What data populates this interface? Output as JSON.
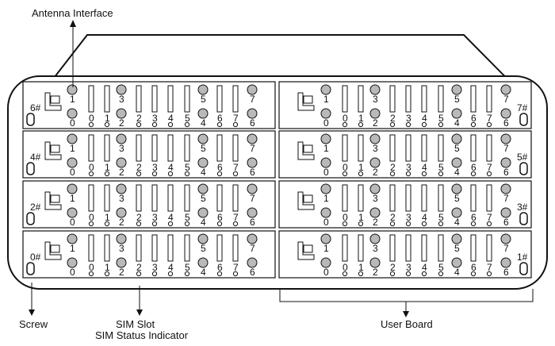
{
  "labels": {
    "antenna_interface": "Antenna Interface",
    "screw": "Screw",
    "sim_slot": "SIM Slot",
    "sim_status_indicator": "SIM Status Indicator",
    "user_board": "User Board"
  },
  "boards": [
    {
      "id": "6#"
    },
    {
      "id": "7#"
    },
    {
      "id": "4#"
    },
    {
      "id": "5#"
    },
    {
      "id": "2#"
    },
    {
      "id": "3#"
    },
    {
      "id": "0#"
    },
    {
      "id": "1#"
    }
  ],
  "antenna_labels": {
    "top": [
      "1",
      "3",
      "5",
      "7"
    ],
    "bottom": [
      "0",
      "2",
      "4",
      "6"
    ]
  },
  "slot_labels": [
    "0",
    "1",
    "2",
    "3",
    "4",
    "5",
    "6",
    "7"
  ],
  "colors": {
    "line": "#111111",
    "antenna_fill": "#b9b9b9",
    "background": "#ffffff"
  }
}
